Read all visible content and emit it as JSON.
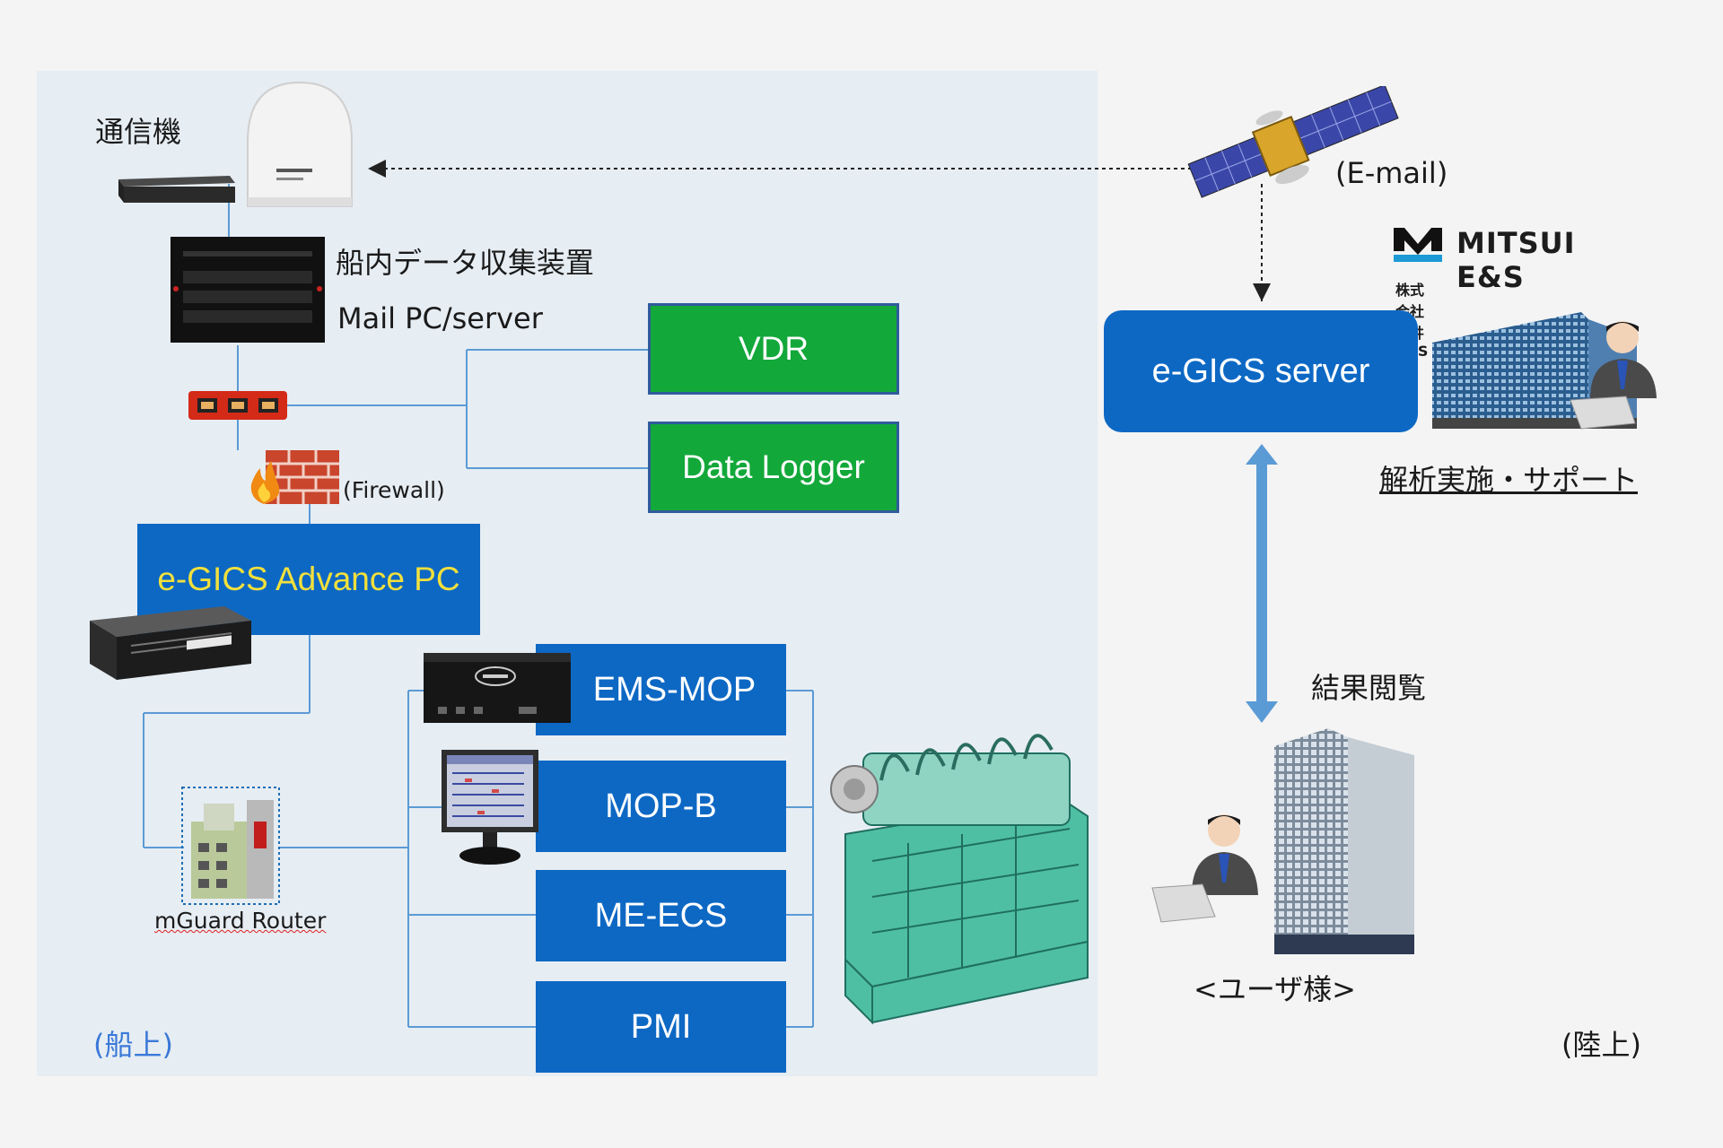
{
  "ship": {
    "comm_label": "通信機",
    "collector_label": "船内データ収集装置",
    "mailpc_label": "Mail PC/server",
    "vdr_label": "VDR",
    "datalogger_label": "Data Logger",
    "firewall_label": "(Firewall)",
    "advance_pc_label": "e-GICS Advance PC",
    "router_label": "mGuard Router",
    "ems_label": "EMS-MOP",
    "mopb_label": "MOP-B",
    "meecs_label": "ME-ECS",
    "pmi_label": "PMI",
    "area_label": "(船上)"
  },
  "shore": {
    "email_label": "(E-mail)",
    "logo_name": "MITSUI E&S",
    "logo_sub": "株式会社三井E&S",
    "server_label": "e-GICS server",
    "support_label": "解析実施・サポート",
    "results_label": "結果閲覧",
    "user_label": "<ユーザ様>",
    "area_label": "(陸上)"
  },
  "colors": {
    "ship_background": "#e6edf3",
    "green_box": "#13a83a",
    "blue_box": "#0d68c4",
    "advance_pc_text": "#f2e03c",
    "line": "#5b9bd5"
  },
  "icons": [
    "antenna-dome-icon",
    "modem-icon",
    "server-rack-icon",
    "switch-icon",
    "firewall-icon",
    "fire-icon",
    "pc-icon",
    "router-icon",
    "ems-device-icon",
    "monitor-icon",
    "engine-icon",
    "satellite-icon",
    "office-building-icon",
    "user-person-icon",
    "laptop-icon"
  ]
}
